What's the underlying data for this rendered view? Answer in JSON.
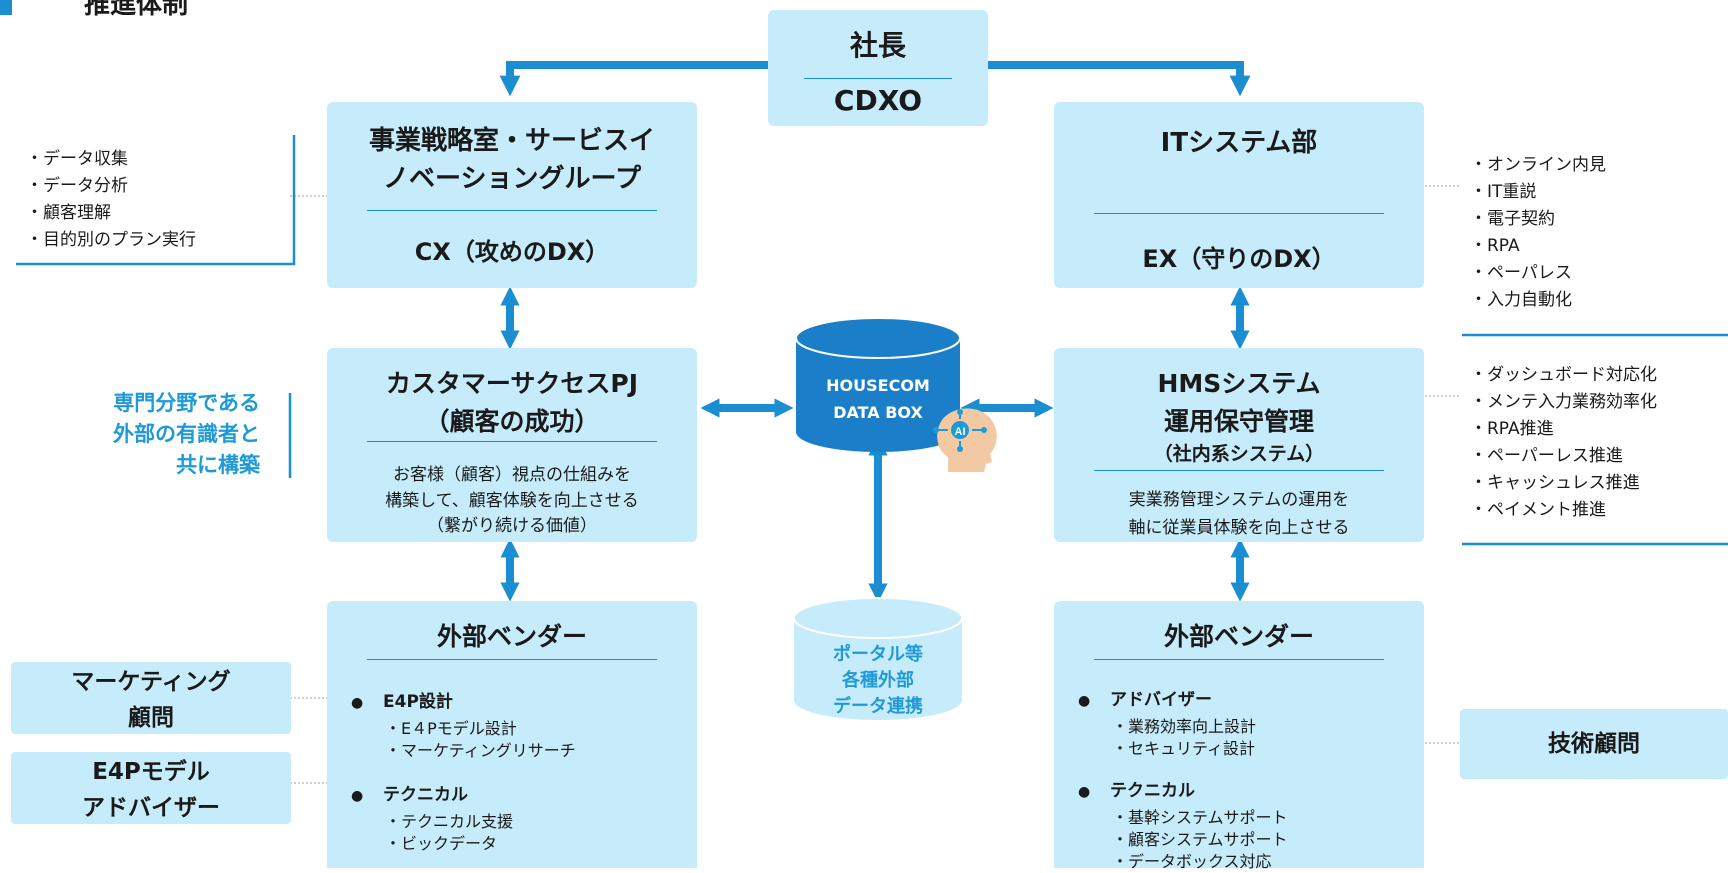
{
  "header": {
    "title_fragment": "推進体制"
  },
  "top": {
    "line1": "社長",
    "line2": "CDXO"
  },
  "strategy": {
    "line1": "事業戦略室・サービスイ",
    "line2": "ノベーショングループ",
    "sub": "CX（攻めのDX）"
  },
  "it": {
    "title": "ITシステム部",
    "sub": "EX（守りのDX）"
  },
  "cs": {
    "line1": "カスタマーサクセスPJ",
    "line2": "（顧客の成功）",
    "desc1": "お客様（顧客）視点の仕組みを",
    "desc2": "構築して、顧客体験を向上させる",
    "desc3": "（繋がり続ける価値）"
  },
  "hms": {
    "line1": "HMSシステム",
    "line2": "運用保守管理",
    "line3": "（社内系システム）",
    "desc1": "実業務管理システムの運用を",
    "desc2": "軸に従業員体験を向上させる"
  },
  "db": {
    "line1": "HOUSECOM",
    "line2": "DATA BOX",
    "ai_label": "AI"
  },
  "portal": {
    "line1": "ポータル等",
    "line2": "各種外部",
    "line3": "データ連携"
  },
  "vendor_left": {
    "title": "外部ベンダー",
    "groups": [
      {
        "heading": "E4P設計",
        "items": [
          "E４Pモデル設計",
          "マーケティングリサーチ"
        ]
      },
      {
        "heading": "テクニカル",
        "items": [
          "テクニカル支援",
          "ビックデータ"
        ]
      }
    ]
  },
  "vendor_right": {
    "title": "外部ベンダー",
    "groups": [
      {
        "heading": "アドバイザー",
        "items": [
          "業務効率向上設計",
          "セキュリティ設計"
        ]
      },
      {
        "heading": "テクニカル",
        "items": [
          "基幹システムサポート",
          "顧客システムサポート",
          "データボックス対応"
        ]
      }
    ]
  },
  "left_list": [
    "データ収集",
    "データ分析",
    "顧客理解",
    "目的別のプラン実行"
  ],
  "left_note": [
    "専門分野である",
    "外部の有識者と",
    "共に構築"
  ],
  "marketing": {
    "line1": "マーケティング",
    "line2": "顧問"
  },
  "e4p_advisor": {
    "line1": "E4Pモデル",
    "line2": "アドバイザー"
  },
  "right_list_it": [
    "オンライン内見",
    "IT重説",
    "電子契約",
    "RPA",
    "ペーパレス",
    "入力自動化"
  ],
  "right_list_hms": [
    "ダッシュボード対応化",
    "メンテ入力業務効率化",
    "RPA推進",
    "ペーパーレス推進",
    "キャッシュレス推進",
    "ペイメント推進"
  ],
  "tech_advisor": {
    "label": "技術顧問"
  },
  "colors": {
    "box": "#c6ebfa",
    "arrow": "#1a8ed0",
    "accent_text": "#1f9ad8",
    "db": "#1a7fc8"
  }
}
